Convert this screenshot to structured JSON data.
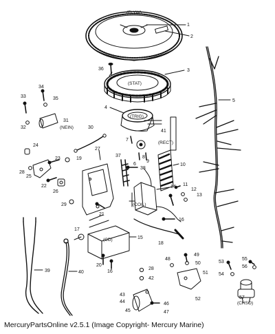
{
  "part_labels": {
    "flyw": "(FLYW)",
    "stat": "(STAT)",
    "trig": "(TRIG)",
    "rect": "(RECT)",
    "nein": "(NEIN)",
    "coil": "(COIL)",
    "cd": "(CD)",
    "chso": "(CHSO)"
  },
  "callouts": {
    "n1": "1",
    "n2": "2",
    "n3": "3",
    "n4": "4",
    "n5": "5",
    "n6": "6",
    "n7": "7",
    "n8": "8",
    "n9": "9",
    "n10": "10",
    "n11": "11",
    "n12": "12",
    "n13": "13",
    "n14": "14",
    "n15": "15",
    "n16a": "16",
    "n16b": "16",
    "n17": "17",
    "n18": "18",
    "n19": "19",
    "n20": "20",
    "n21": "21",
    "n22": "22",
    "n23": "23",
    "n24": "24",
    "n25": "25",
    "n26": "26",
    "n27": "27",
    "n28a": "28",
    "n28b": "28",
    "n29": "29",
    "n30": "30",
    "n31": "31",
    "n32": "32",
    "n33": "33",
    "n34": "34",
    "n35": "35",
    "n36": "36",
    "n37": "37",
    "n38": "38",
    "n39": "39",
    "n40": "40",
    "n41": "41",
    "n42": "42",
    "n43": "43",
    "n44": "44",
    "n45": "45",
    "n46": "46",
    "n47": "47",
    "n48": "48",
    "n49": "49",
    "n50": "50",
    "n51": "51",
    "n52": "52",
    "n53": "53",
    "n54": "54",
    "n55": "55",
    "n56": "56",
    "n57": "57"
  },
  "caption": "MercuryPartsOnline v2.5.1 (Image Copyright- Mercury Marine)"
}
